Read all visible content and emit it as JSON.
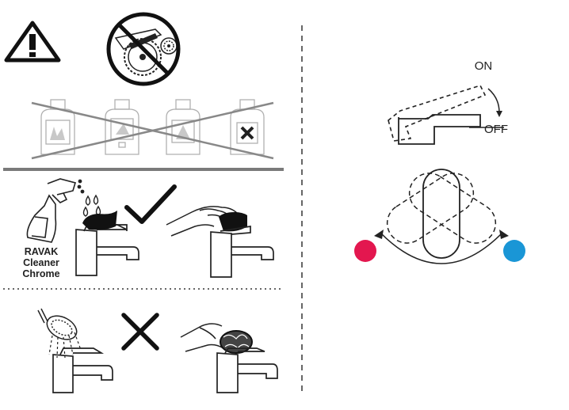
{
  "cleaning_section": {
    "product_label": {
      "line1": "RAVAK",
      "line2": "Cleaner",
      "line3": "Chrome"
    }
  },
  "lever_section": {
    "on_label": "ON",
    "off_label": "OFF"
  },
  "colors": {
    "hot_indicator": "#e3174f",
    "cold_indicator": "#1a96d6",
    "line": "#222222",
    "separator": "#7a7a7a"
  },
  "icons": [
    "warning-icon",
    "no-abrasive-tools-icon",
    "spray-bottle-icon",
    "check-icon",
    "cross-icon",
    "shower-head-icon",
    "scouring-pad-icon",
    "faucet-icon"
  ]
}
